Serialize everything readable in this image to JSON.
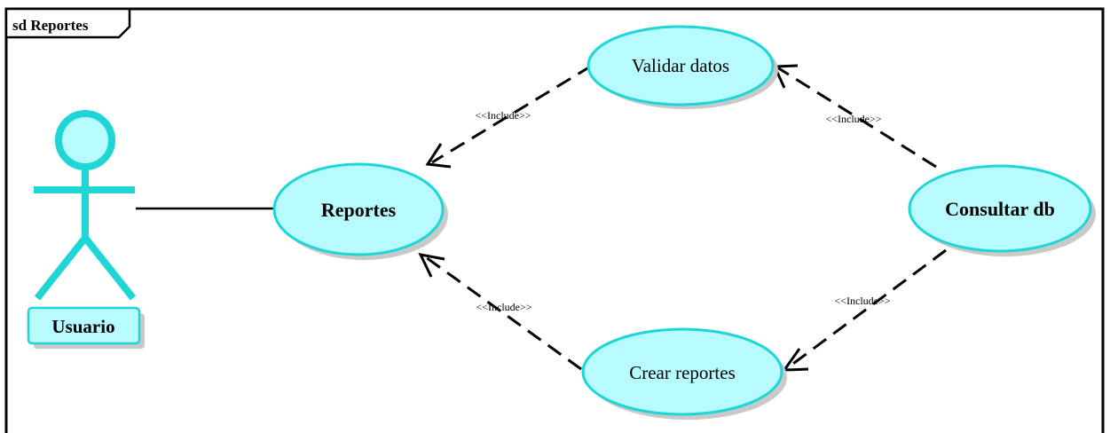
{
  "frame": {
    "title": "sd Reportes"
  },
  "actor": {
    "name": "Usuario"
  },
  "use_cases": {
    "reportes": "Reportes",
    "validar": "Validar datos",
    "consultar": "Consultar db",
    "crear": "Crear reportes"
  },
  "relations": {
    "r1": "<<Include>>",
    "r2": "<<Include>>",
    "r3": "<<Include>>",
    "r4": "<<Include>>"
  },
  "colors": {
    "fill": "#b8fbff",
    "stroke": "#1fd6d6",
    "shadow": "#c9c9c9",
    "line": "#000000"
  }
}
